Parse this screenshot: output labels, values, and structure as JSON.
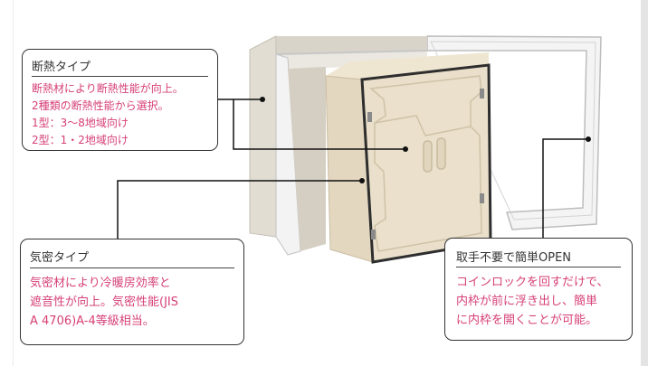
{
  "callouts": {
    "insulation": {
      "title": "断熱タイプ",
      "lines": [
        "断熱材により断熱性能が向上。",
        "2種類の断熱性能から選択。",
        "1型：3～8地域向け",
        "2型：1・2地域向け"
      ]
    },
    "airtight": {
      "title": "気密タイプ",
      "lines": [
        "気密材により冷暖房効率と",
        "遮音性が向上。気密性能(JIS",
        "A 4706)A-4等級相当。"
      ]
    },
    "open": {
      "title": "取手不要で簡単OPEN",
      "lines": [
        "コインロックを回すだけで、",
        "内枠が前に浮き出し、簡単",
        "に内枠を開くことが可能。"
      ]
    }
  },
  "colors": {
    "accent_text": "#d63f76",
    "frame": "#e2ddd2",
    "panel": "#e7dcc6",
    "border": "#333333"
  }
}
